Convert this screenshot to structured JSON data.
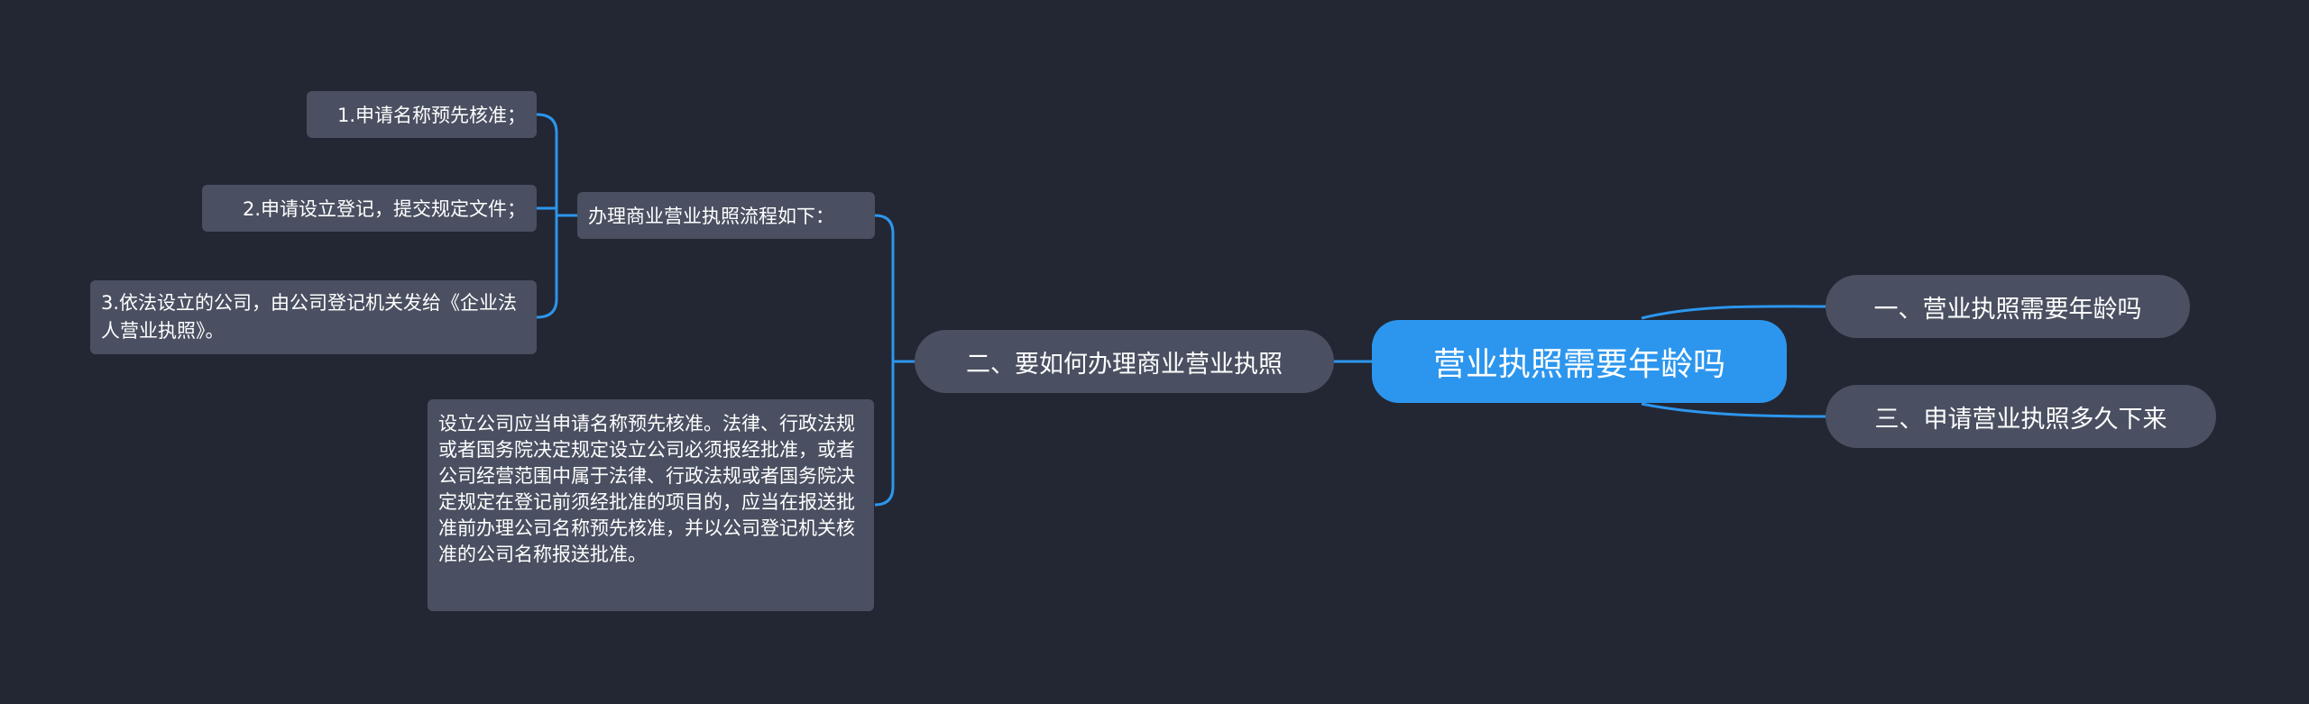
{
  "root": {
    "label": "营业执照需要年龄吗"
  },
  "branches": {
    "right_top": "一、营业执照需要年龄吗",
    "right_bottom": "三、申请营业执照多久下来",
    "left": "二、要如何办理商业营业执照"
  },
  "left_children": {
    "flow_title": "办理商业营业执照流程如下：",
    "steps": [
      "1.申请名称预先核准；",
      "2.申请设立登记，提交规定文件；",
      "3.依法设立的公司，由公司登记机关发给《企业法人营业执照》。"
    ],
    "description": "设立公司应当申请名称预先核准。法律、行政法规或者国务院决定规定设立公司必须报经批准，或者公司经营范围中属于法律、行政法规或者国务院决定规定在登记前须经批准的项目的，应当在报送批准前办理公司名称预先核准，并以公司登记机关核准的公司名称报送批准。"
  },
  "colors": {
    "background": "#222733",
    "root_fill": "#2c96ee",
    "node_fill": "#4a5061",
    "connector": "#2c96ee",
    "text": "#ffffff"
  }
}
